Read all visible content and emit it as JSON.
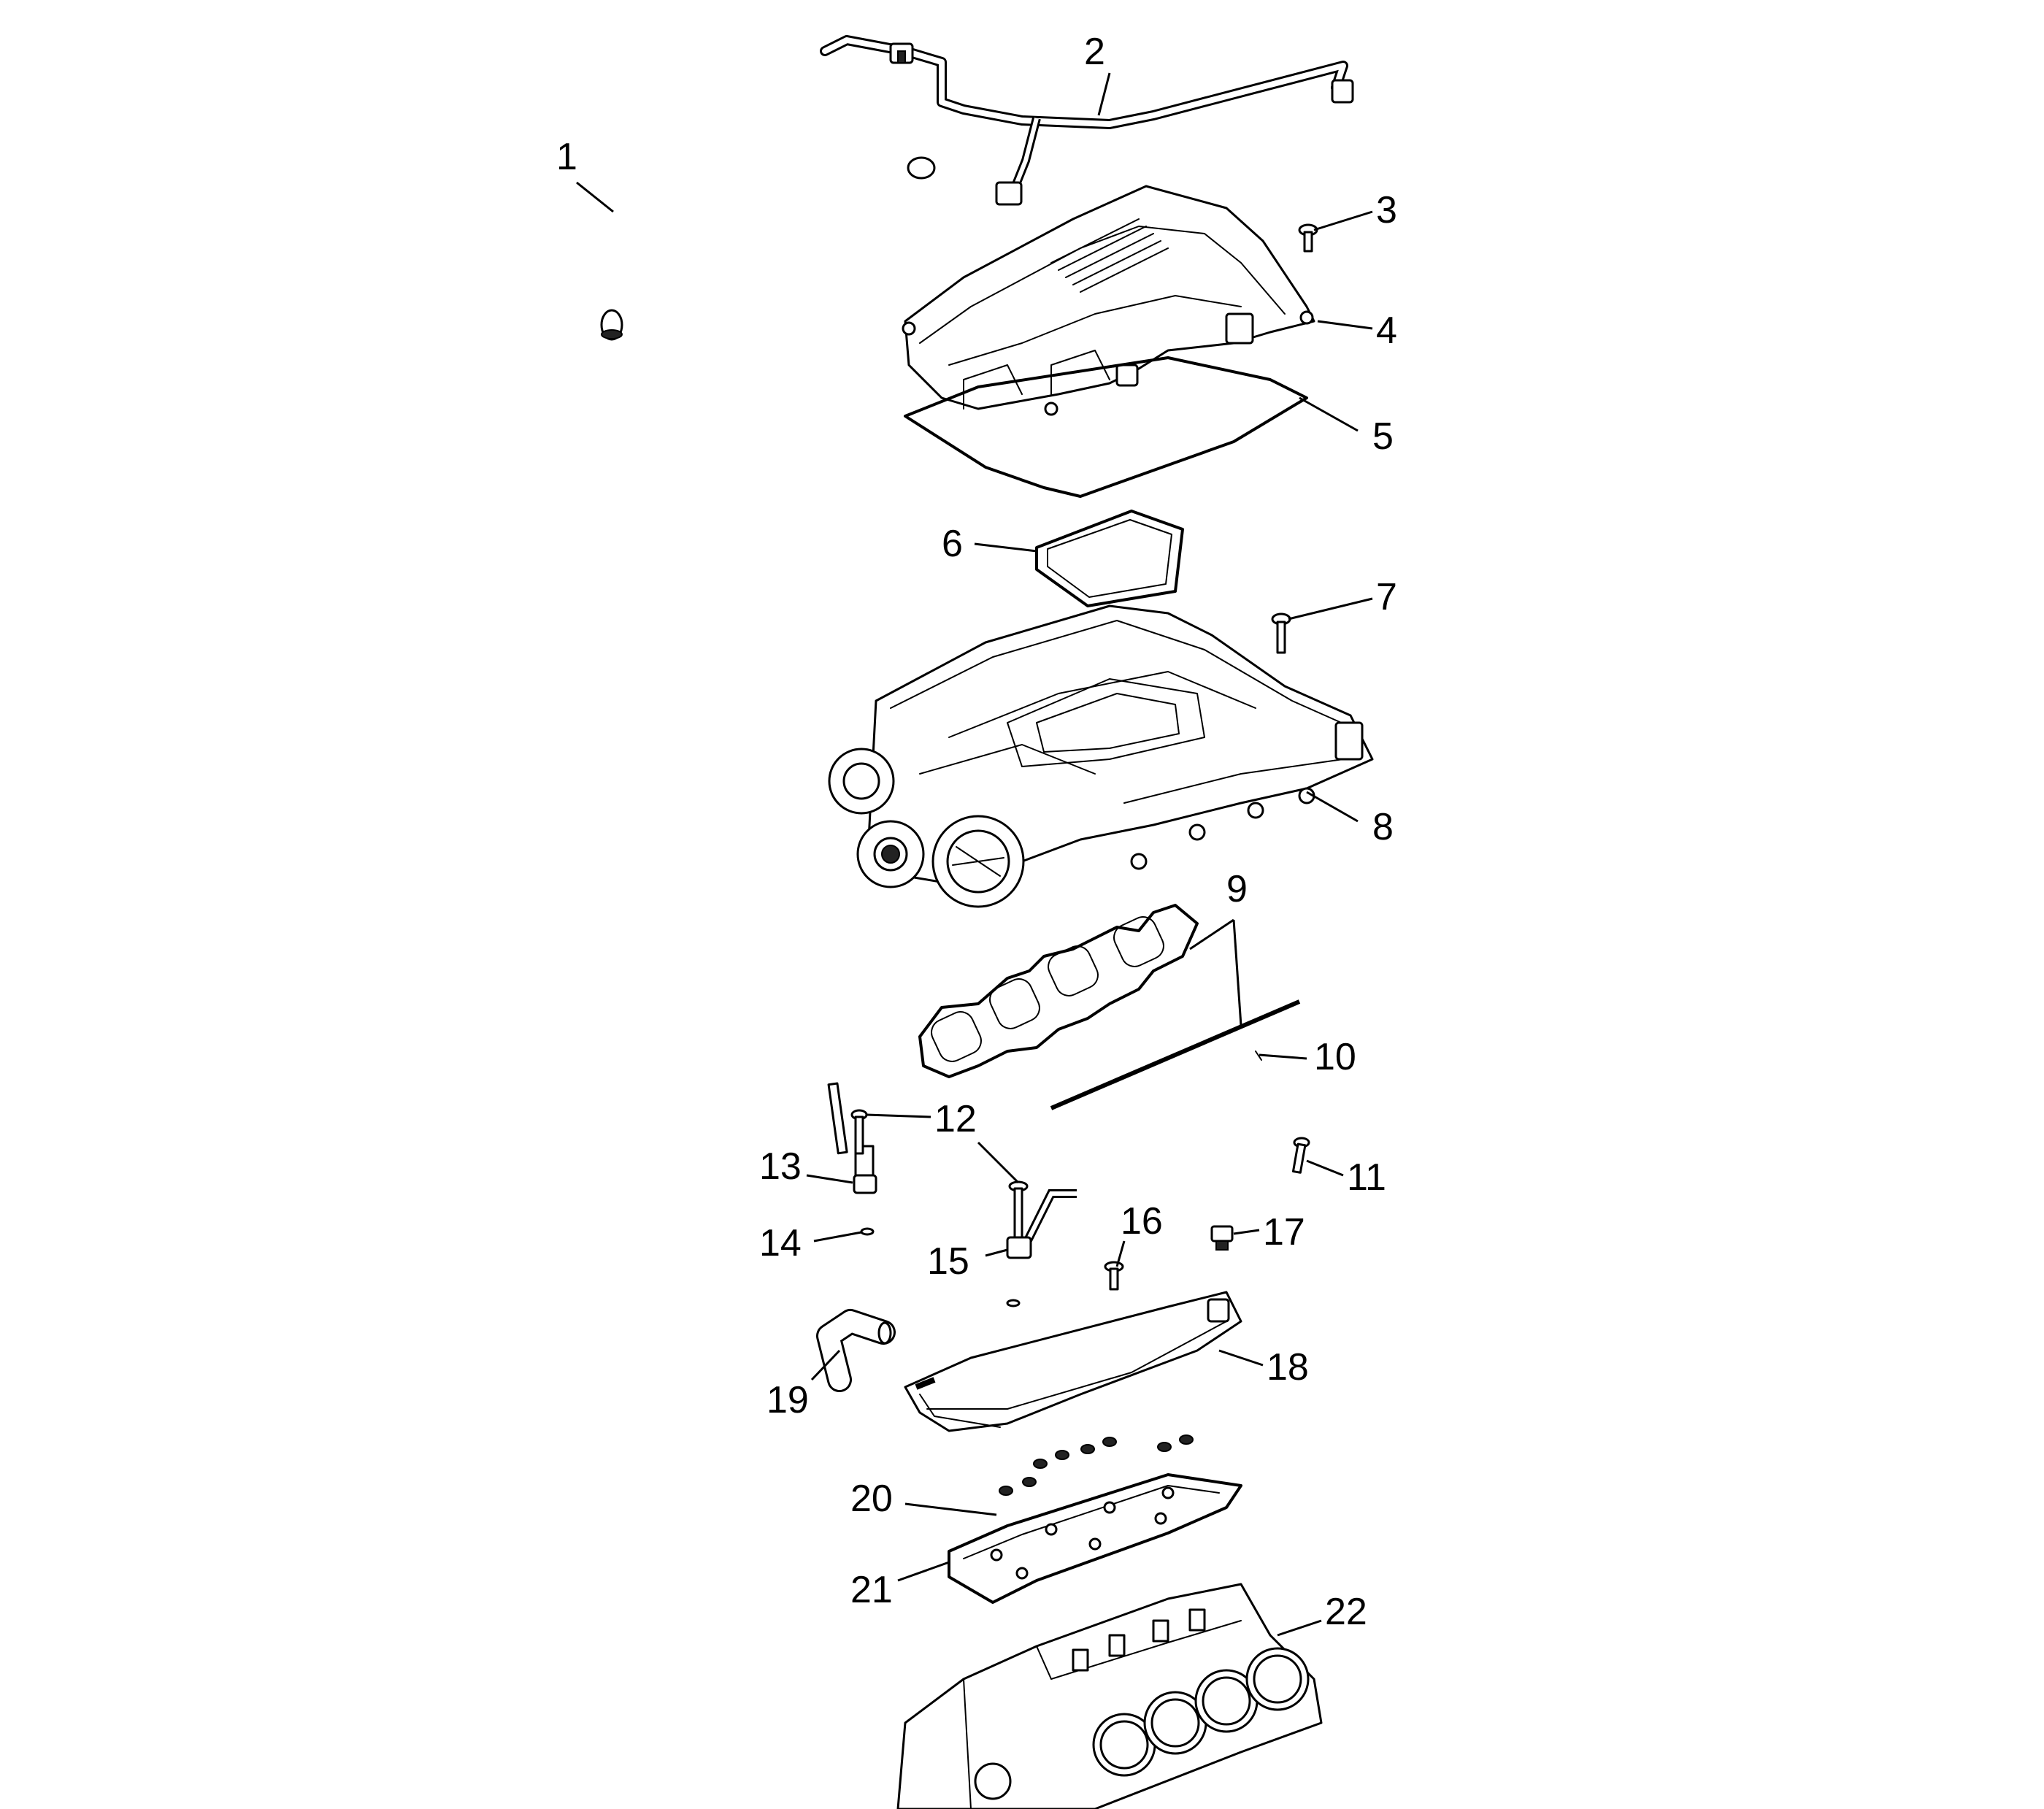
{
  "callouts": [
    {
      "id": "1",
      "label": "1"
    },
    {
      "id": "2",
      "label": "2"
    },
    {
      "id": "3",
      "label": "3"
    },
    {
      "id": "4",
      "label": "4"
    },
    {
      "id": "5",
      "label": "5"
    },
    {
      "id": "6",
      "label": "6"
    },
    {
      "id": "7",
      "label": "7"
    },
    {
      "id": "8",
      "label": "8"
    },
    {
      "id": "9",
      "label": "9"
    },
    {
      "id": "10",
      "label": "10"
    },
    {
      "id": "11",
      "label": "11"
    },
    {
      "id": "12",
      "label": "12"
    },
    {
      "id": "13",
      "label": "13"
    },
    {
      "id": "14",
      "label": "14"
    },
    {
      "id": "15",
      "label": "15"
    },
    {
      "id": "16",
      "label": "16"
    },
    {
      "id": "17",
      "label": "17"
    },
    {
      "id": "18",
      "label": "18"
    },
    {
      "id": "19",
      "label": "19"
    },
    {
      "id": "20",
      "label": "20"
    },
    {
      "id": "21",
      "label": "21"
    },
    {
      "id": "22",
      "label": "22"
    }
  ],
  "colors": {
    "line": "#000000",
    "background": "#ffffff"
  }
}
